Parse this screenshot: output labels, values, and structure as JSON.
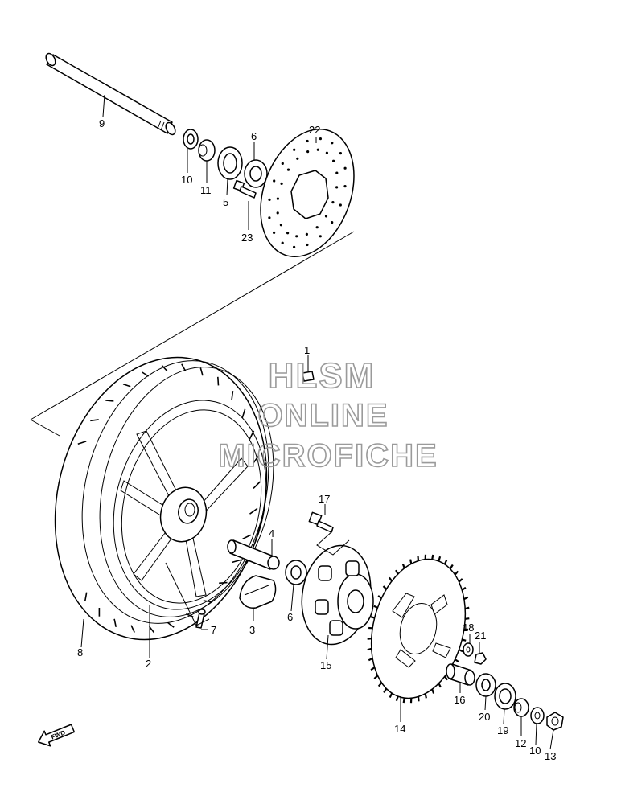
{
  "callouts": {
    "p1": "1",
    "p2": "2",
    "p3": "3",
    "p4": "4",
    "p5": "5",
    "p6a": "6",
    "p6b": "6",
    "p7": "7",
    "p8": "8",
    "p9": "9",
    "p10a": "10",
    "p10b": "10",
    "p11": "11",
    "p12": "12",
    "p13": "13",
    "p14": "14",
    "p15": "15",
    "p16": "16",
    "p17": "17",
    "p18": "18",
    "p19": "19",
    "p20": "20",
    "p21": "21",
    "p22": "22",
    "p23": "23"
  },
  "watermark": {
    "line1": "HLSM",
    "line2": "ONLINE",
    "line3": "MICROFICHE"
  },
  "fwd_label": "FWD"
}
